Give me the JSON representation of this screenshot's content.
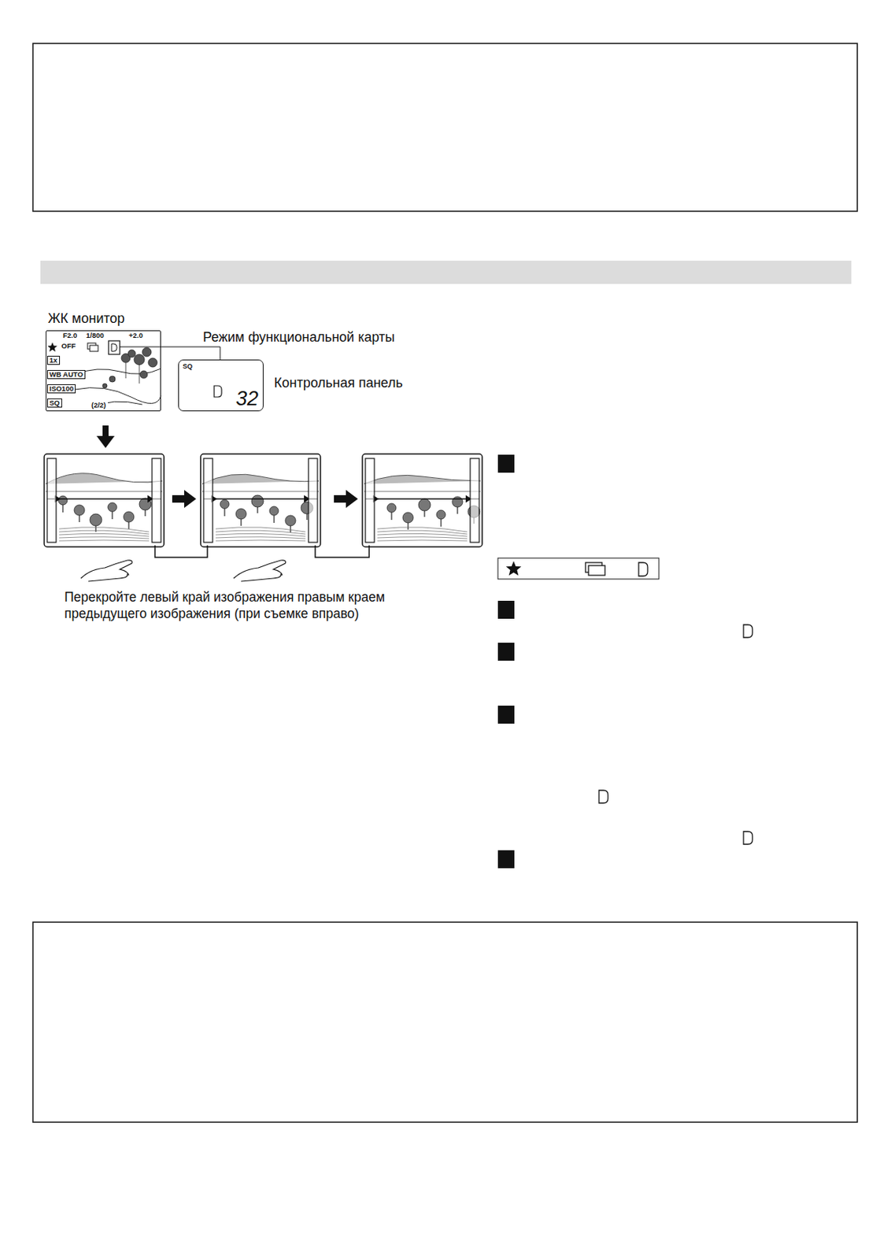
{
  "diagram": {
    "caption": "Перекройте левый край изображения правым краем предыдущего изображения (при съемке вправо)",
    "nodes": [
      {
        "text": [
          "ЖК монитор"
        ]
      },
      {
        "text": [
          "SQ",
          "32",
          "Контрольная панель"
        ]
      }
    ],
    "edges": [
      {
        "from": 0,
        "to": 1,
        "arrow": "none",
        "label": "Режим функциональной карты"
      }
    ],
    "labels": [
      "F2.0",
      "1/800",
      "+2.0",
      "OFF",
      "1x",
      "WB AUTO",
      "ISO100",
      "SQ",
      "(2/2)"
    ]
  }
}
